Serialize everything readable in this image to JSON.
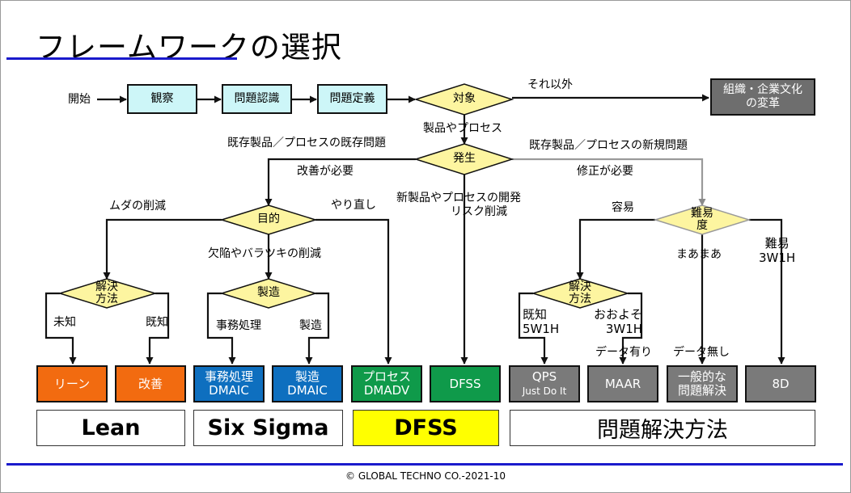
{
  "title": "フレームワークの選択",
  "footer": "© GLOBAL TECHNO CO.-2021-10",
  "colors": {
    "cyan_box": "#cdf6f8",
    "decision": "#fdf5a0",
    "orange": "#f26b10",
    "blue": "#0e6fbf",
    "green": "#0f9a4a",
    "gray": "#7a7a7a",
    "dfss_highlight": "#ffff00",
    "accent_line": "#1a1acc"
  },
  "flow": {
    "start": "開始",
    "observe": "観察",
    "recognize": "問題認識",
    "define": "問題定義",
    "target": "対象",
    "other": "それ以外",
    "org_culture_1": "組織・企業文化",
    "org_culture_2": "の変革",
    "product_process": "製品やプロセス",
    "occurrence": "発生",
    "existing_problem": "既存製品／プロセスの既存問題",
    "new_problem": "既存製品／プロセスの新規問題",
    "need_improve": "改善が必要",
    "need_fix": "修正が必要",
    "new_dev_1": "新製品やプロセスの開発",
    "new_dev_2": "リスク削減",
    "purpose": "目的",
    "waste": "ムダの削減",
    "redo": "やり直し",
    "defect": "欠陥やバラツキの削減",
    "solution": "解決方法",
    "unknown": "未知",
    "known": "既知",
    "manufacturing": "製造",
    "office": "事務処理",
    "mfg": "製造",
    "difficulty": "難易度",
    "easy": "容易",
    "moderate": "まあまあ",
    "hard_1": "難易",
    "hard_2": "3W1H",
    "solution2": "解決方法",
    "known_1": "既知",
    "known_2": "5W1H",
    "rough_1": "おおよそ",
    "rough_2": "3W1H",
    "data_yes": "データ有り",
    "data_no": "データ無し"
  },
  "methods": {
    "lean": "リーン",
    "kaizen": "改善",
    "office_dmaic_1": "事務処理",
    "office_dmaic_2": "DMAIC",
    "mfg_dmaic_1": "製造",
    "mfg_dmaic_2": "DMAIC",
    "process_dmadv_1": "プロセス",
    "process_dmadv_2": "DMADV",
    "dfss": "DFSS",
    "qps_1": "QPS",
    "qps_2": "Just Do It",
    "maar": "MAAR",
    "general_1": "一般的な",
    "general_2": "問題解決",
    "eight_d": "8D"
  },
  "categories": {
    "lean": "Lean",
    "six_sigma": "Six Sigma",
    "dfss": "DFSS",
    "problem_solving": "問題解決方法"
  }
}
